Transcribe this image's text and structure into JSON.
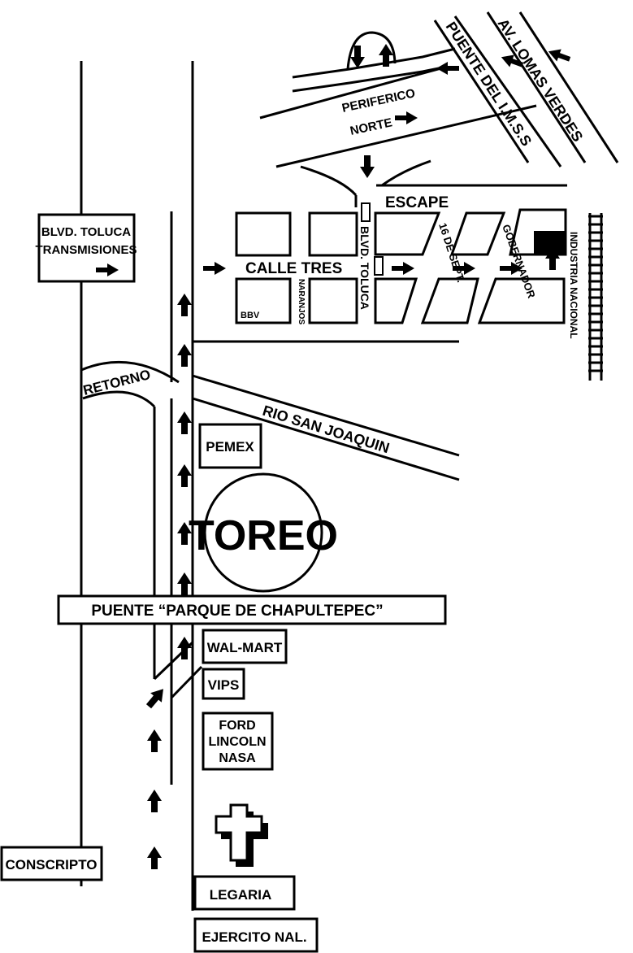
{
  "colors": {
    "ink": "#000000",
    "paper": "#ffffff"
  },
  "labels": {
    "blvd_toluca_sign_line1": "BLVD. TOLUCA",
    "blvd_toluca_sign_line2": "TRANSMISIONES",
    "periferico_line1": "PERIFERICO",
    "periferico_line2": "NORTE",
    "puente_imss": "PUENTE DEL I.M.S.S",
    "av_lomas_verdes": "AV. LOMAS VERDES",
    "escape": "ESCAPE",
    "calle_tres": "CALLE TRES",
    "blvd_toluca_vertical": "BLVD. TOLUCA",
    "naranjos": "NARANJOS",
    "bbv": "BBV",
    "sept_16": "16 DE SEPT.",
    "gobernador": "GOBERNADOR",
    "industria_nacional": "INDUSTRIA NACIONAL",
    "retorno": "RETORNO",
    "rio_san_joaquin": "RIO SAN JOAQUIN",
    "pemex": "PEMEX",
    "toreo": "TOREO",
    "puente_parque": "PUENTE “PARQUE DE CHAPULTEPEC”",
    "walmart": "WAL-MART",
    "vips": "VIPS",
    "ford_line1": "FORD",
    "ford_line2": "LINCOLN",
    "ford_line3": "NASA",
    "conscripto": "CONSCRIPTO",
    "legaria": "LEGARIA",
    "ejercito": "EJERCITO NAL."
  },
  "icons": [
    "arrow-up-icon",
    "arrow-right-icon",
    "arrow-left-icon",
    "arrow-down-icon",
    "cross-icon",
    "railway-icon"
  ]
}
